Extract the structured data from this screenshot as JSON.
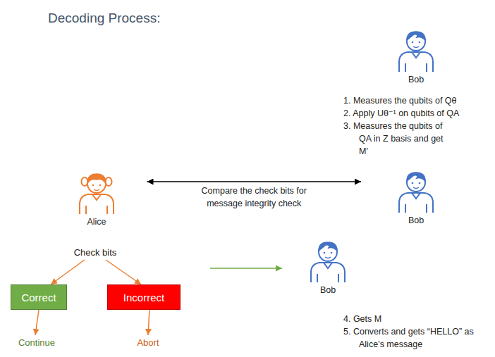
{
  "diagram": {
    "title": "Decoding Process:",
    "nodes": [
      {
        "text": [
          "Bob"
        ]
      },
      {
        "text": [
          "Alice"
        ]
      },
      {
        "text": [
          "Bob"
        ]
      },
      {
        "text": [
          "Check bits"
        ]
      },
      {
        "text": [
          "Correct"
        ]
      },
      {
        "text": [
          "Incorrect"
        ]
      },
      {
        "text": [
          "Continue"
        ]
      },
      {
        "text": [
          "Abort"
        ]
      },
      {
        "text": [
          "Bob"
        ]
      }
    ],
    "edges": [
      {
        "from": 1,
        "to": 2,
        "arrow": "both",
        "label": "Compare the check bits for message integrity check"
      },
      {
        "from": 3,
        "to": 4,
        "arrow": "to"
      },
      {
        "from": 3,
        "to": 5,
        "arrow": "to"
      },
      {
        "from": 4,
        "to": 6,
        "arrow": "to"
      },
      {
        "from": 5,
        "to": 7,
        "arrow": "to"
      }
    ],
    "labels": [
      "1. Measures the qubits of Qθ",
      "2. Apply Uθ⁻¹ on qubits of QA",
      "3. Measures the qubits of QA in Z basis and get M′",
      "4. Gets M",
      "5. Converts and gets “HELLO” as Alice’s message"
    ]
  }
}
